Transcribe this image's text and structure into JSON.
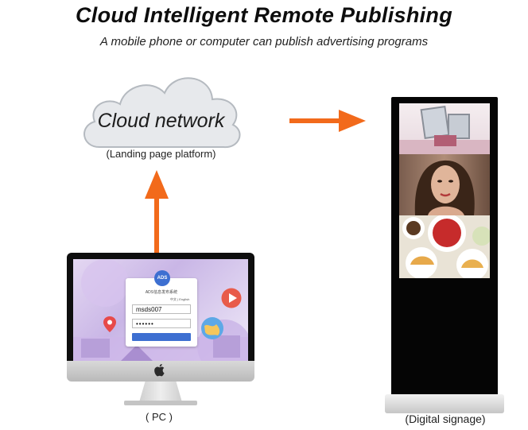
{
  "header": {
    "title": "Cloud Intelligent Remote Publishing",
    "subtitle": "A mobile phone or computer can publish advertising programs"
  },
  "cloud": {
    "label": "Cloud network",
    "sublabel": "(Landing page platform)"
  },
  "pc": {
    "label": "( PC )",
    "login": {
      "logo_text": "ADS",
      "system_name": "ADS信息发布系统",
      "language": "中文 | English",
      "username": "msds007",
      "password_mask": "••••••"
    }
  },
  "signage": {
    "label": "(Digital signage)"
  },
  "icons": {
    "arrow_right": "arrow-right-icon",
    "arrow_up": "arrow-up-icon",
    "apple": "apple-logo-icon",
    "play": "play-icon",
    "pin": "location-pin-icon",
    "globe": "globe-icon"
  },
  "colors": {
    "arrow": "#f26a1b",
    "cloud_fill": "#e7e9ec",
    "cloud_stroke": "#b5bac0",
    "login_accent": "#3d6fd1"
  }
}
